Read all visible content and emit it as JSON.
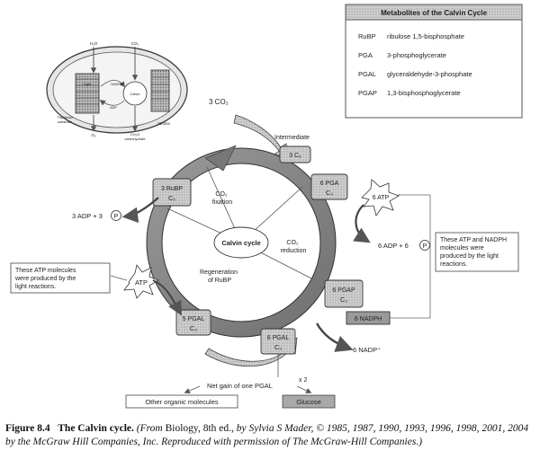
{
  "legend": {
    "title": "Metabolites of the Calvin Cycle",
    "rows": [
      {
        "abbr": "RuBP",
        "name": "ribulose 1,5-bisphosphate"
      },
      {
        "abbr": "PGA",
        "name": "3-phosphoglycerate"
      },
      {
        "abbr": "PGAL",
        "name": "glyceraldehyde-3-phosphate"
      },
      {
        "abbr": "PGAP",
        "name": "1,3-bisphosphoglycerate"
      }
    ]
  },
  "chloroplast": {
    "labels": {
      "h2o": "H₂O",
      "co2": "CO₂",
      "thylakoid": "Thylakoid\nsubstrate",
      "o2": "O₂",
      "ch2o": "CH₂O\ncarbohydrate",
      "stroma": "Stroma",
      "nadph": "NADPH",
      "nadp": "NADP",
      "adp": "ADP",
      "atp": "ATP",
      "light": "Light\nreactions",
      "calvin": "Calvin\ncycle"
    }
  },
  "cycle": {
    "center": "Calvin cycle",
    "sectors": {
      "fixation": [
        "CO₂",
        "fixation"
      ],
      "reduction": [
        "CO₂",
        "reduction"
      ],
      "regeneration": [
        "Regeneration",
        "of RuBP"
      ]
    },
    "inputs": {
      "co2": "3 CO₂",
      "intermediate": "Intermediate"
    },
    "boxes": {
      "c6": [
        "3 C₆"
      ],
      "rubp": [
        "3 RuBP",
        "C₅"
      ],
      "pga": [
        "6 PGA",
        "C₃"
      ],
      "pgap": [
        "6 PGAP",
        "C₃"
      ],
      "nadph": [
        "6 NADPH"
      ],
      "pgal6": [
        "6 PGAL",
        "C₃"
      ],
      "pgal5": [
        "5 PGAL",
        "C₃"
      ]
    },
    "atp_left": "3 ADP + 3",
    "p": "P",
    "atp_burst_left": "ATP",
    "atp_burst_right": "6 ATP",
    "adp_right": "6 ADP + 6",
    "nadp_out": "6 NADP⁺",
    "note_left": [
      "These ATP molecules",
      "were produced by the",
      "light reactions."
    ],
    "note_right": [
      "These ATP and NADPH",
      "molecules were",
      "produced by the light",
      "reactions."
    ],
    "net_gain": "Net gain of one PGAL",
    "x2": "x 2",
    "other": "Other organic molecules",
    "glucose": "Glucose"
  },
  "caption": {
    "label": "Figure 8.4",
    "title": "The Calvin cycle.",
    "open": "(From",
    "book": "Biology, 8th ed.,",
    "rest": "by Sylvia S Mader, © 1985, 1987, 1990, 1993, 1996, 1998, 2001, 2004 by the McGraw Hill Companies, Inc. Reproduced with permission of The McGraw-Hill Companies.)"
  }
}
